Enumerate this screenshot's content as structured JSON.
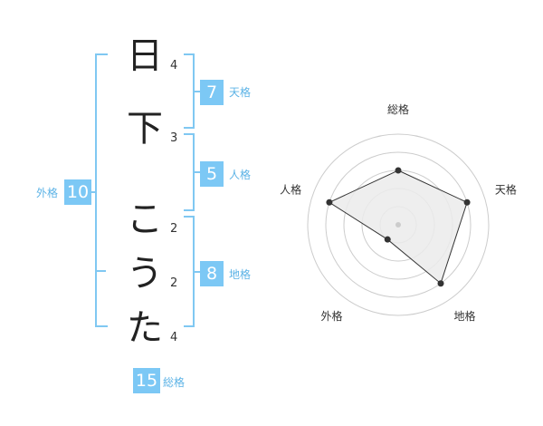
{
  "name": {
    "characters": [
      {
        "char": "日",
        "strokes": "4"
      },
      {
        "char": "下",
        "strokes": "3"
      },
      {
        "char": "こ",
        "strokes": "2"
      },
      {
        "char": "う",
        "strokes": "2"
      },
      {
        "char": "た",
        "strokes": "4"
      }
    ]
  },
  "scores": {
    "tenkaku": {
      "label": "天格",
      "value": "7"
    },
    "jinkaku": {
      "label": "人格",
      "value": "5"
    },
    "chikaku": {
      "label": "地格",
      "value": "8"
    },
    "gaikaku": {
      "label": "外格",
      "value": "10"
    },
    "soukaku": {
      "label": "総格",
      "value": "15"
    }
  },
  "chart_data": {
    "type": "radar",
    "axes": [
      "総格",
      "天格",
      "地格",
      "外格",
      "人格"
    ],
    "values": [
      3,
      4,
      4,
      1,
      4
    ],
    "max": 5,
    "rings": 5,
    "colors": {
      "polygon_fill": "#ebebeb",
      "polygon_stroke": "#333333",
      "grid": "#cccccc",
      "point": "#333333"
    }
  }
}
